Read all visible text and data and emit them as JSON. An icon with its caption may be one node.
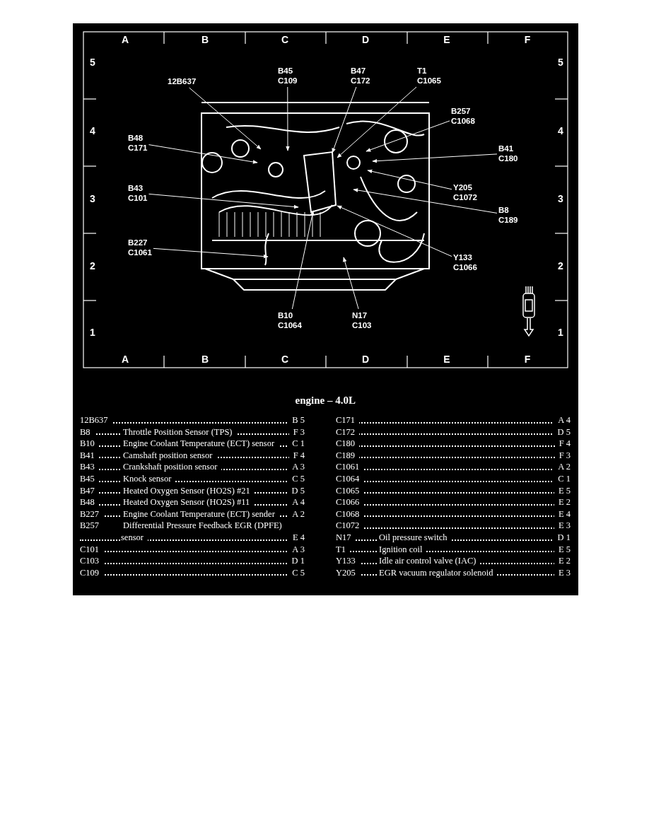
{
  "diagram": {
    "title": "engine – 4.0L",
    "nodes": [
      {
        "text": [
          "12B637"
        ]
      },
      {
        "text": [
          "B45",
          "C109"
        ]
      },
      {
        "text": [
          "B47",
          "C172"
        ]
      },
      {
        "text": [
          "T1",
          "C1065"
        ]
      },
      {
        "text": [
          "B257",
          "C1068"
        ]
      },
      {
        "text": [
          "B48",
          "C171"
        ]
      },
      {
        "text": [
          "B41",
          "C180"
        ]
      },
      {
        "text": [
          "Y205",
          "C1072"
        ]
      },
      {
        "text": [
          "B43",
          "C101"
        ]
      },
      {
        "text": [
          "B8",
          "C189"
        ]
      },
      {
        "text": [
          "B227",
          "C1061"
        ]
      },
      {
        "text": [
          "Y133",
          "C1066"
        ]
      },
      {
        "text": [
          "B10",
          "C1064"
        ]
      },
      {
        "text": [
          "N17",
          "C103"
        ]
      }
    ],
    "edges": [
      {
        "from": 0,
        "to": null,
        "arrow": "to"
      },
      {
        "from": 1,
        "to": null,
        "arrow": "to"
      },
      {
        "from": 2,
        "to": null,
        "arrow": "to"
      },
      {
        "from": 3,
        "to": null,
        "arrow": "to"
      },
      {
        "from": 4,
        "to": null,
        "arrow": "to"
      },
      {
        "from": 5,
        "to": null,
        "arrow": "to"
      },
      {
        "from": 6,
        "to": null,
        "arrow": "to"
      },
      {
        "from": 7,
        "to": null,
        "arrow": "to"
      },
      {
        "from": 8,
        "to": null,
        "arrow": "to"
      },
      {
        "from": 9,
        "to": null,
        "arrow": "to"
      },
      {
        "from": 10,
        "to": null,
        "arrow": "to"
      },
      {
        "from": 11,
        "to": null,
        "arrow": "to"
      },
      {
        "from": 12,
        "to": null,
        "arrow": "to"
      },
      {
        "from": 13,
        "to": null,
        "arrow": "to"
      }
    ],
    "labels": [
      "A",
      "B",
      "C",
      "D",
      "E",
      "F",
      "5",
      "5",
      "4",
      "4",
      "3",
      "3",
      "2",
      "2",
      "1",
      "1",
      "A",
      "B",
      "C",
      "D",
      "E",
      "F",
      "12B637",
      "B 5",
      "B8",
      "Throttle Position Sensor (TPS)",
      "F 3",
      "B10",
      "Engine Coolant Temperature (ECT) sensor",
      "C 1",
      "B41",
      "Camshaft position sensor",
      "F 4",
      "B43",
      "Crankshaft position sensor",
      "A 3",
      "B45",
      "Knock sensor",
      "C 5",
      "B47",
      "Heated Oxygen Sensor (HO2S) #21",
      "D 5",
      "B48",
      "Heated Oxygen Sensor (HO2S) #11",
      "A 4",
      "B227",
      "Engine Coolant Temperature (ECT) sender",
      "A 2",
      "B257",
      "Differential Pressure Feedback EGR (DPFE) sensor",
      "E 4",
      "C101",
      "A 3",
      "C103",
      "D 1",
      "C109",
      "C 5",
      "C171",
      "A 4",
      "C172",
      "D 5",
      "C180",
      "F 4",
      "C189",
      "F 3",
      "C1061",
      "A 2",
      "C1064",
      "C 1",
      "C1065",
      "E 5",
      "C1066",
      "E 2",
      "C1068",
      "E 4",
      "C1072",
      "E 3",
      "N17",
      "Oil pressure switch",
      "D 1",
      "T1",
      "Ignition coil",
      "E 5",
      "Y133",
      "Idle air control valve (IAC)",
      "E 2",
      "Y205",
      "EGR vacuum regulator solenoid",
      "E 3"
    ]
  }
}
